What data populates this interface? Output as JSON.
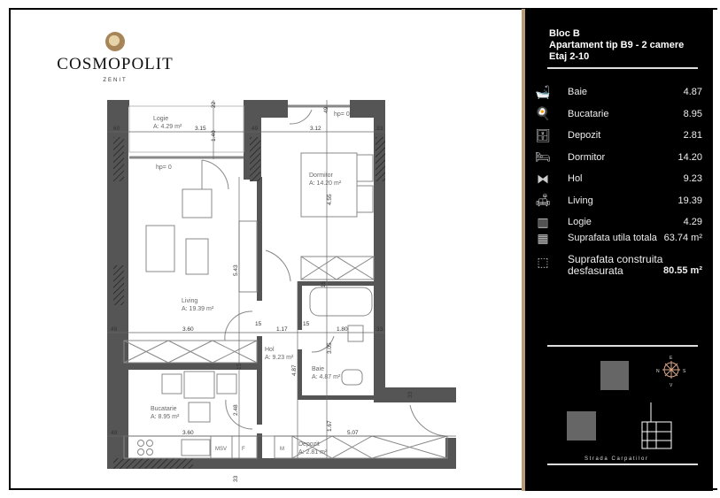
{
  "brand": {
    "name": "COSMOPOLIT",
    "sub": "ZENIT"
  },
  "sidebar": {
    "header": [
      "Bloc B",
      "Apartament tip B9 - 2 camere",
      "Etaj 2-10"
    ],
    "rooms": [
      {
        "icon": "bathtub-icon",
        "glyph": "🛁",
        "label": "Baie",
        "value": "4.87"
      },
      {
        "icon": "kitchen-icon",
        "glyph": "🍳",
        "label": "Bucatarie",
        "value": "8.95"
      },
      {
        "icon": "storage-icon",
        "glyph": "🗄",
        "label": "Depozit",
        "value": "2.81"
      },
      {
        "icon": "bed-icon",
        "glyph": "🛏",
        "label": "Dormitor",
        "value": "14.20"
      },
      {
        "icon": "hallway-icon",
        "glyph": "⧓",
        "label": "Hol",
        "value": "9.23"
      },
      {
        "icon": "sofa-icon",
        "glyph": "🛋",
        "label": "Living",
        "value": "19.39"
      },
      {
        "icon": "balcony-icon",
        "glyph": "▥",
        "label": "Logie",
        "value": "4.29"
      }
    ],
    "total_util": {
      "icon": "floor-area-icon",
      "label": "Suprafata utila totala",
      "value": "63.74 m²"
    },
    "total_built": {
      "icon": "dimensions-icon",
      "label_1": "Suprafata construita",
      "label_2": "desfasurata",
      "value": "80.55 m²"
    },
    "site": {
      "street": "Strada Carpatilor",
      "compass": [
        "E",
        "N",
        "S",
        "V"
      ]
    }
  },
  "plan": {
    "rooms": [
      {
        "name": "Logie",
        "area": "A: 4.29 m²"
      },
      {
        "name": "Dormitor",
        "area": "A: 14.20 m²"
      },
      {
        "name": "Living",
        "area": "A: 19.39 m²"
      },
      {
        "name": "Hol",
        "area": "A: 9.23 m²"
      },
      {
        "name": "Baie",
        "area": "A: 4.87 m²"
      },
      {
        "name": "Bucatarie",
        "area": "A: 8.95 m²"
      },
      {
        "name": "Depozit",
        "area": "A: 2.81 m²"
      }
    ],
    "hp": "hp= 0",
    "fixtures": {
      "msv": "MSV",
      "f": "F",
      "m": "M"
    },
    "dims": [
      "60",
      "3.15",
      "49",
      "3.12",
      "33",
      "22",
      "1.40",
      "49",
      "4.55",
      "5.43",
      "49",
      "3.60",
      "15",
      "1.17",
      "15",
      "1.80",
      "33",
      "3.05",
      "4.87",
      "15",
      "2.48",
      "49",
      "3.60",
      "1.67",
      "5.07",
      "33",
      "15",
      "33"
    ]
  },
  "colors": {
    "wall": "#555555",
    "sidebar": "#000000",
    "accent": "#b89a74",
    "compass": "#d9a58a"
  }
}
